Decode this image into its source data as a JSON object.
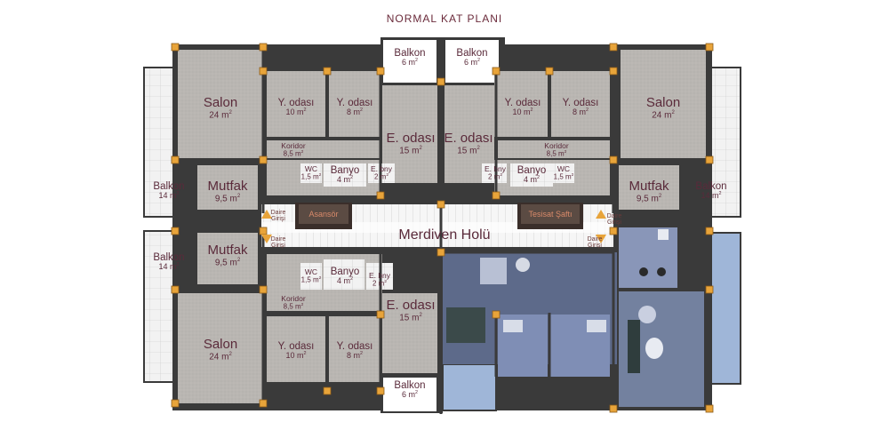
{
  "title": "NORMAL KAT PLANI",
  "hall": "Merdiven Holü",
  "elevator": "Asansör",
  "service_shaft": "Tesisat Şaftı",
  "entry": "Daire Girişi",
  "unit": "m",
  "rooms": {
    "balkon_top_left": {
      "name": "Balkon",
      "area": "6"
    },
    "balkon_top_right": {
      "name": "Balkon",
      "area": "6"
    },
    "balkon_bottom": {
      "name": "Balkon",
      "area": "6"
    },
    "salon_tl": {
      "name": "Salon",
      "area": "24"
    },
    "salon_tr": {
      "name": "Salon",
      "area": "24"
    },
    "salon_bl": {
      "name": "Salon",
      "area": "24"
    },
    "yodasi_tl1": {
      "name": "Y. odası",
      "area": "10"
    },
    "yodasi_tl2": {
      "name": "Y. odası",
      "area": "8"
    },
    "yodasi_tr1": {
      "name": "Y. odası",
      "area": "10"
    },
    "yodasi_tr2": {
      "name": "Y. odası",
      "area": "8"
    },
    "yodasi_bl1": {
      "name": "Y. odası",
      "area": "10"
    },
    "yodasi_bl2": {
      "name": "Y. odası",
      "area": "8"
    },
    "eodasi_tl": {
      "name": "E. odası",
      "area": "15"
    },
    "eodasi_tr": {
      "name": "E. odası",
      "area": "15"
    },
    "eodasi_bl": {
      "name": "E. odası",
      "area": "15"
    },
    "koridor_tl": {
      "name": "Koridor",
      "area": "8,5"
    },
    "koridor_tr": {
      "name": "Koridor",
      "area": "8,5"
    },
    "koridor_bl": {
      "name": "Koridor",
      "area": "8,5"
    },
    "wc_tl": {
      "name": "WC",
      "area": "1,5"
    },
    "wc_tr": {
      "name": "WC",
      "area": "1,5"
    },
    "wc_bl": {
      "name": "WC",
      "area": "1,5"
    },
    "banyo_tl": {
      "name": "Banyo",
      "area": "4"
    },
    "banyo_tr": {
      "name": "Banyo",
      "area": "4"
    },
    "banyo_bl": {
      "name": "Banyo",
      "area": "4"
    },
    "ebny_tl": {
      "name": "E. bny",
      "area": "2"
    },
    "ebny_tr": {
      "name": "E. bny",
      "area": "2"
    },
    "ebny_bl": {
      "name": "E. bny",
      "area": "2"
    },
    "mutfak_tl": {
      "name": "Mutfak",
      "area": "9,5"
    },
    "mutfak_tr": {
      "name": "Mutfak",
      "area": "9,5"
    },
    "mutfak_bl": {
      "name": "Mutfak",
      "area": "9,5"
    },
    "balkon_side_tl": {
      "name": "Balkon",
      "area": "14"
    },
    "balkon_side_tr": {
      "name": "Balkon",
      "area": "14"
    },
    "balkon_side_bl": {
      "name": "Balkon",
      "area": "14"
    }
  }
}
